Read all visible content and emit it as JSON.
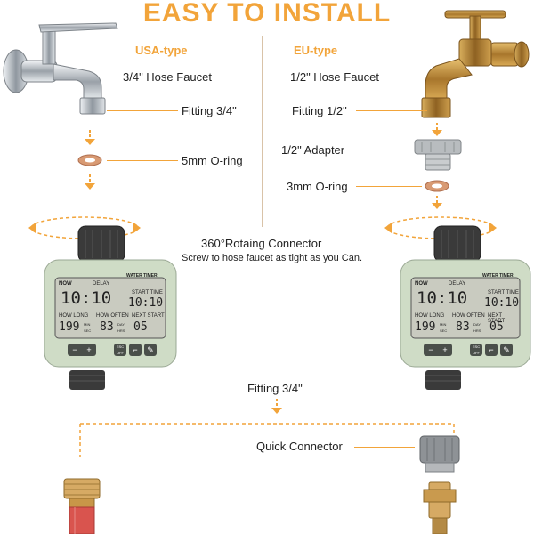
{
  "title": "EASY TO INSTALL",
  "usa": {
    "type": "USA-type",
    "faucet": "3/4\" Hose Faucet",
    "fitting": "Fitting 3/4\"",
    "oring": "5mm O-ring"
  },
  "eu": {
    "type": "EU-type",
    "faucet": "1/2\" Hose Faucet",
    "fitting": "Fitting 1/2\"",
    "adapter": "1/2\" Adapter",
    "oring": "3mm O-ring"
  },
  "connector": {
    "title": "360°Rotaing Connector",
    "note": "Screw to hose faucet as tight as you Can."
  },
  "bottom": {
    "fitting": "Fitting 3/4\"",
    "quick": "Quick Connector"
  },
  "timer": {
    "brand": "WATER TIMER",
    "now": "NOW",
    "delay": "DELAY",
    "start_time": "START TIME",
    "time_now": "10:10",
    "time_start": "10:10",
    "how_long": "HOW LONG",
    "how_often": "HOW OFTEN",
    "next_start": "NEXT START",
    "long_val": "199",
    "often_val": "83",
    "next_val": "05",
    "unit_min": "MIN",
    "unit_sec": "SEC",
    "unit_day": "DAY",
    "unit_hrs": "HRS",
    "btn_esc": "ESC",
    "btn_off": "OFF",
    "btn_minus": "−",
    "btn_plus": "+"
  },
  "colors": {
    "accent": "#f2a43a",
    "timer_body": "#cfdcc6",
    "lcd": "#c9cbc0"
  }
}
